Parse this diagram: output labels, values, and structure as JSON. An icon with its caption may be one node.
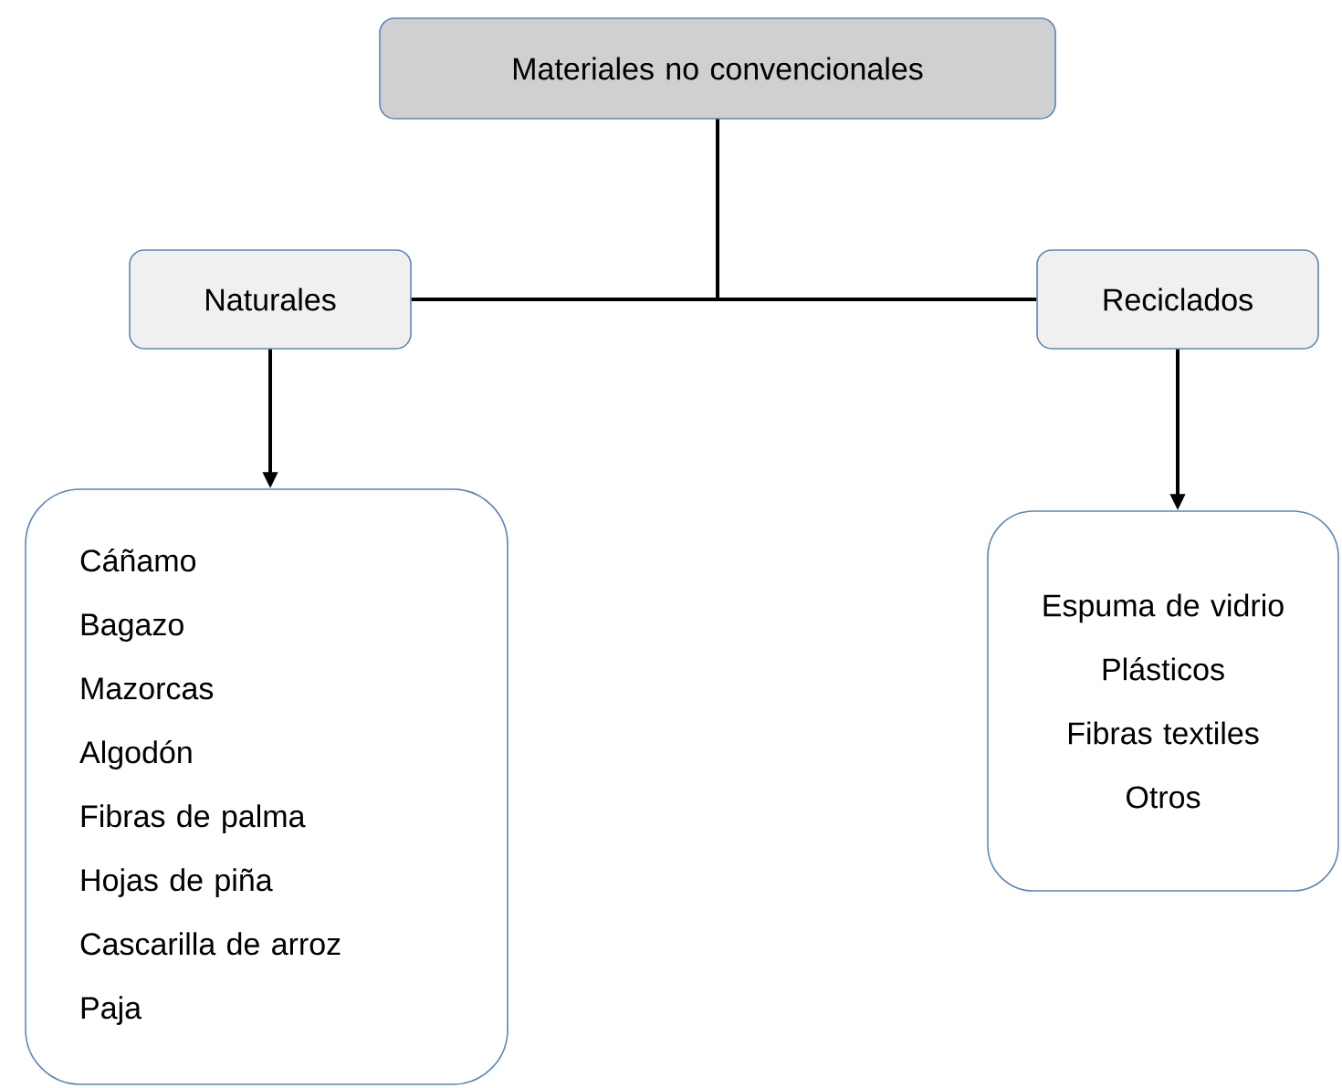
{
  "diagram": {
    "nodes": [
      {
        "text": [
          "Materiales no convencionales"
        ]
      },
      {
        "text": [
          "Naturales"
        ]
      },
      {
        "text": [
          "Reciclados"
        ]
      },
      {
        "text": [
          "Cáñamo",
          "Bagazo",
          "Mazorcas",
          "Algodón",
          "Fibras de palma",
          "Hojas de piña",
          "Cascarilla de arroz",
          "Paja"
        ]
      },
      {
        "text": [
          "Espuma de vidrio",
          "Plásticos",
          "Fibras textiles",
          "Otros"
        ]
      }
    ],
    "edges": [
      {
        "from": 0,
        "to": 1,
        "arrow": "none"
      },
      {
        "from": 0,
        "to": 2,
        "arrow": "none"
      },
      {
        "from": 1,
        "to": 3,
        "arrow": "to"
      },
      {
        "from": 2,
        "to": 4,
        "arrow": "to"
      }
    ]
  }
}
